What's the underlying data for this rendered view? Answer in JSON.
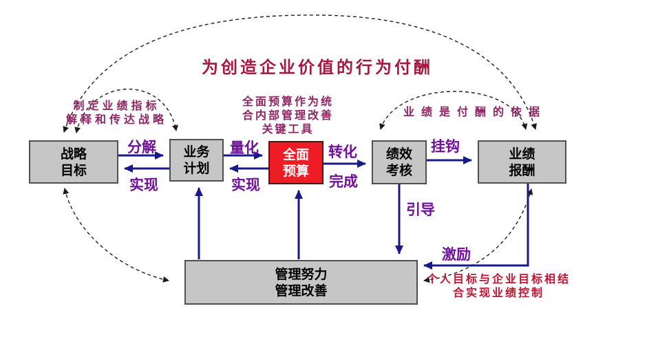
{
  "title": "为创造企业价值的行为付酬",
  "boxes": {
    "strategic": {
      "line1": "战略",
      "line2": "目标"
    },
    "business": {
      "line1": "业务",
      "line2": "计划"
    },
    "budget": {
      "line1": "全面",
      "line2": "预算"
    },
    "assessment": {
      "line1": "绩效",
      "line2": "考核"
    },
    "reward": {
      "line1": "业绩",
      "line2": "报酬"
    },
    "management": {
      "line1": "管理努力",
      "line2": "管理改善"
    }
  },
  "arrow_labels": {
    "decompose": "分解",
    "realize_left": "实现",
    "quantify": "量化",
    "realize_mid": "实现",
    "transform": "转化",
    "complete": "完成",
    "link": "挂钩",
    "guide": "引导",
    "motivate": "激励"
  },
  "annotations": {
    "left_note": {
      "line1": "制定业绩指标",
      "line2": "解释和传达战略"
    },
    "center_note": {
      "line1": "全面预算作为统",
      "line2": "合内部管理改善",
      "line3": "关键工具"
    },
    "right_note": "业绩是付酬的依据",
    "bottom_note": {
      "line1": "个人目标与企业目标相结",
      "line2": "合实现业绩控制"
    }
  },
  "colors": {
    "title": "#a8173f",
    "annotation": "#8f2463",
    "label": "#70109b",
    "arrow": "#191989",
    "dashed": "#1c1c1c",
    "box_fill": "#c6c6c6",
    "box_border": "#4f4f4f",
    "budget_fill": "#ee1c25",
    "budget_text": "#ffffff",
    "bottom_note": "#c41230",
    "background": "#ffffff"
  }
}
